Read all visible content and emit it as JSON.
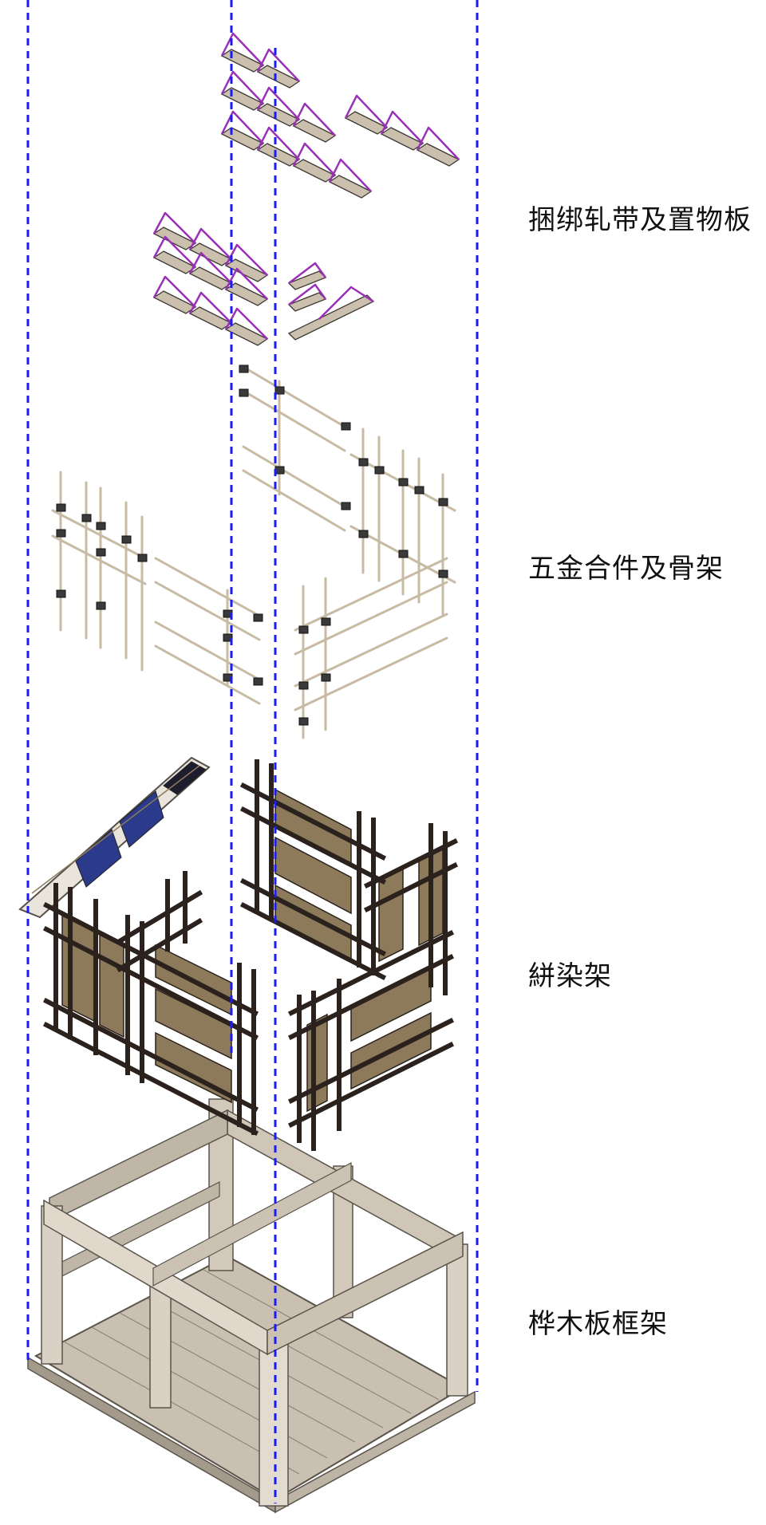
{
  "labels": {
    "straps_shelves": "捆绑轧带及置物板",
    "hardware_skeleton": "五金合件及骨架",
    "dyeing_rack": "絣染架",
    "birch_frame": "桦木板框架"
  },
  "colors": {
    "guide_line": "#1a1aff",
    "strap": "#9a2fb8",
    "shelf": "#c9bdab",
    "rod": "#d8cdb8",
    "clamp": "#3a3a3a",
    "dark_wood": "#2b211d",
    "panel_warm": "#8c7a5a",
    "panel_blue": "#2b3a8a",
    "birch_light": "#d9d1c4",
    "birch_mid": "#b7ad9c",
    "birch_dark": "#8f877a"
  }
}
